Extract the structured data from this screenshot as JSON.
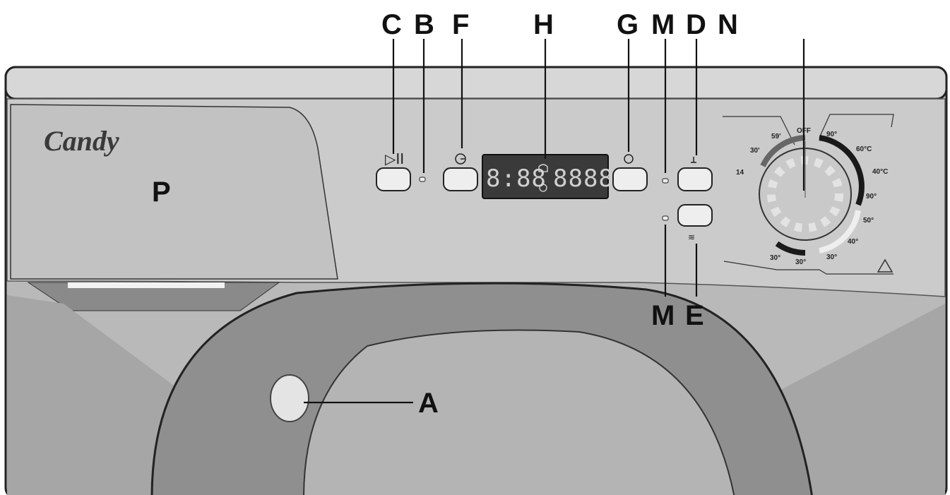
{
  "brand": {
    "name": "Candy"
  },
  "callouts": {
    "c": "C",
    "b": "B",
    "f": "F",
    "h": "H",
    "g": "G",
    "m_top": "M",
    "d": "D",
    "n": "N",
    "m_bottom": "M",
    "e": "E",
    "a": "A",
    "p": "P"
  },
  "display": {
    "left": "8:88",
    "right": "8888"
  },
  "dial": {
    "off_label": "OFF",
    "left_labels": [
      "59'",
      "30'",
      "14"
    ],
    "right_labels": [
      "90°",
      "60°C",
      "40°C",
      "90°"
    ],
    "lower_right_labels": [
      "50°",
      "40°",
      "30°"
    ],
    "lower_left_labels": [
      "30°",
      "30°"
    ]
  },
  "colors": {
    "panel": "#c8c8c8",
    "door": "#9a9a9a",
    "dial_band": "#1a1a1a"
  }
}
